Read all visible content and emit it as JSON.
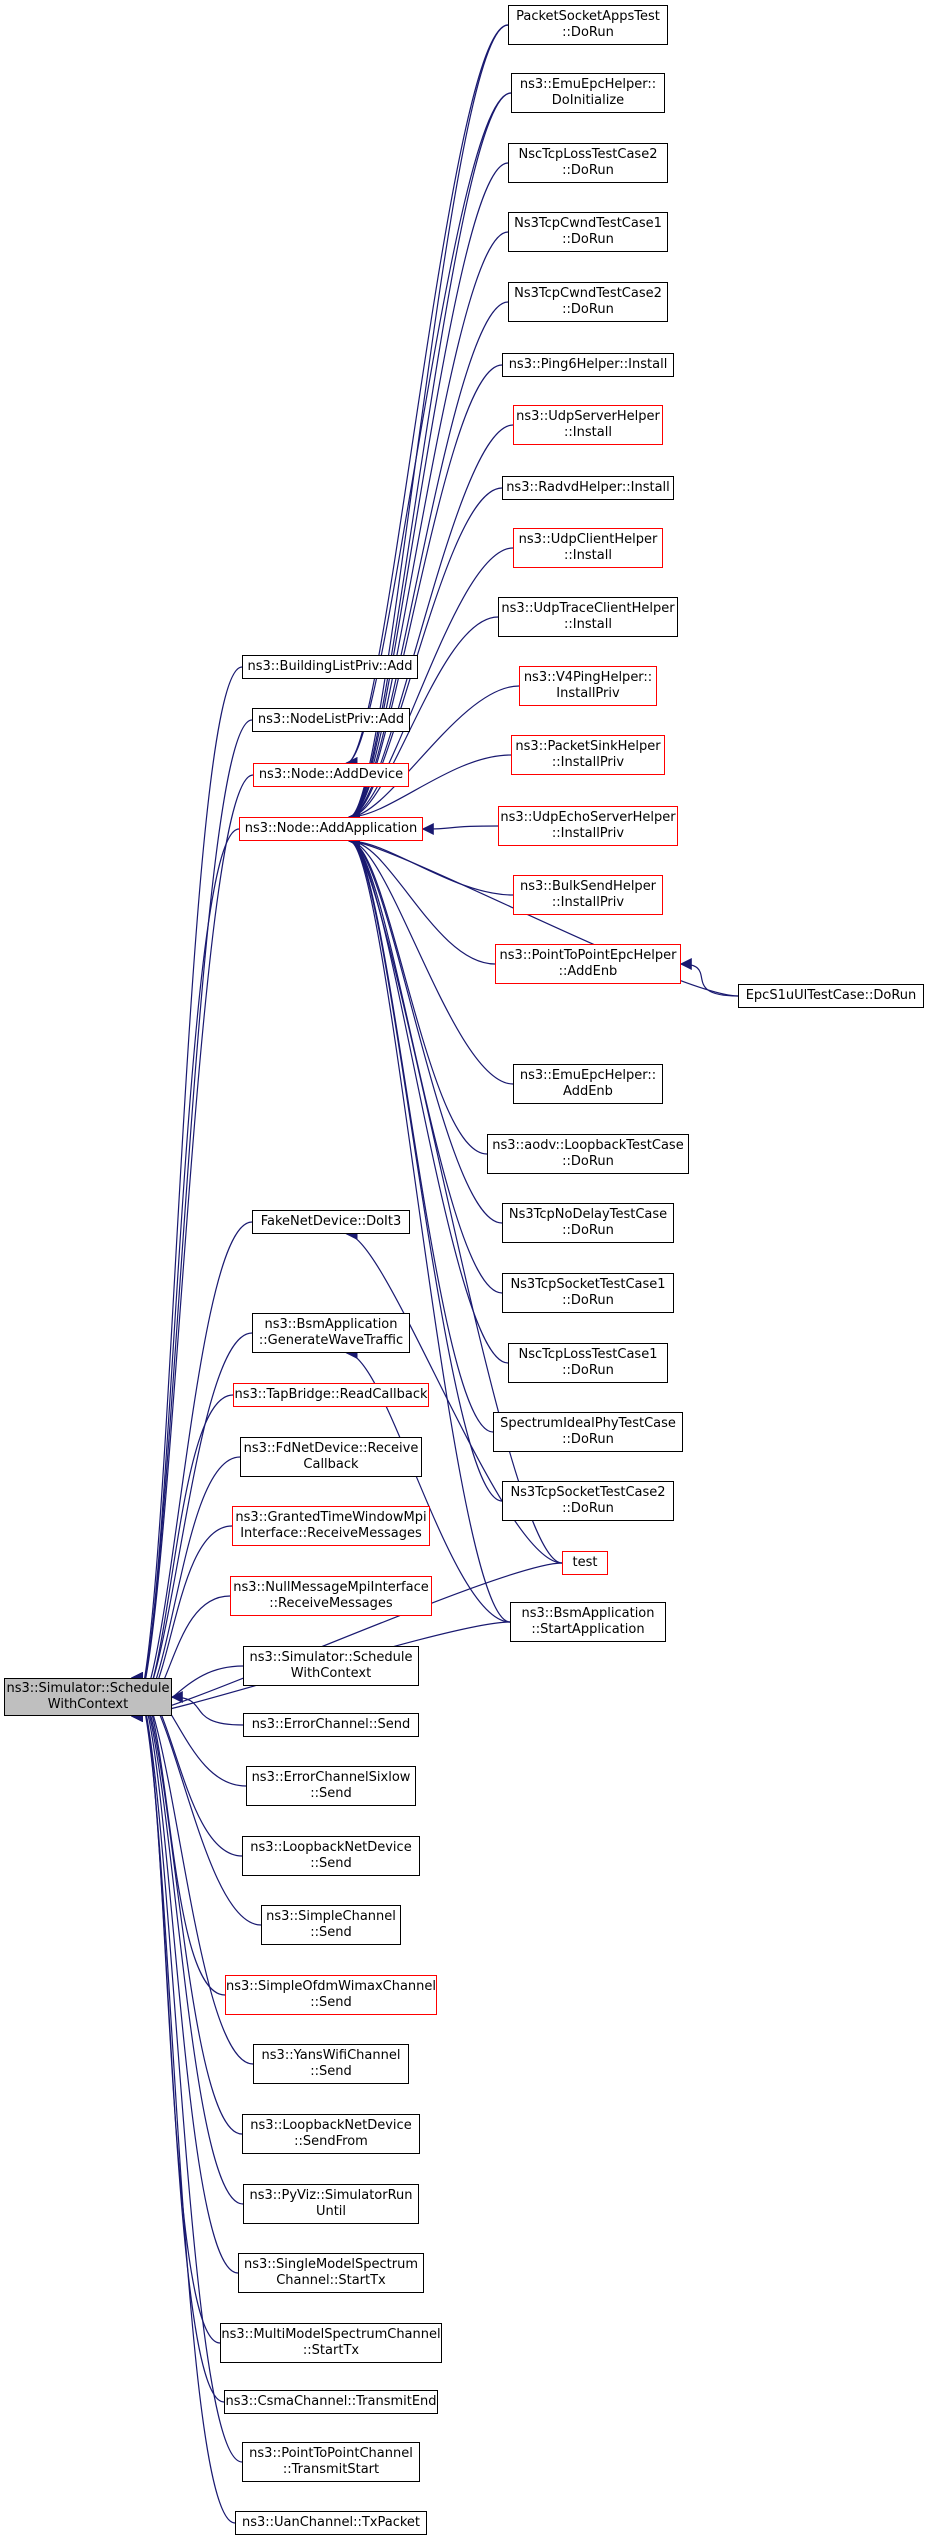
{
  "colors": {
    "edge": "#191970",
    "border": "#000000",
    "highlight_border": "#ff0000",
    "root_fill": "#bfbfbf"
  },
  "nodes": {
    "root": "ns3::Simulator::Schedule\nWithContext",
    "building_list_add": "ns3::BuildingListPriv::Add",
    "node_list_add": "ns3::NodeListPriv::Add",
    "node_add_device": "ns3::Node::AddDevice",
    "node_add_application": "ns3::Node::AddApplication",
    "fake_net_device": "FakeNetDevice::DoIt3",
    "bsm_generate": "ns3::BsmApplication\n::GenerateWaveTraffic",
    "tap_bridge": "ns3::TapBridge::ReadCallback",
    "fd_net_device": "ns3::FdNetDevice::Receive\nCallback",
    "granted_time_window": "ns3::GrantedTimeWindowMpi\nInterface::ReceiveMessages",
    "null_message": "ns3::NullMessageMpiInterface\n::ReceiveMessages",
    "simulator_schedule_ctx": "ns3::Simulator::Schedule\nWithContext",
    "error_channel_send": "ns3::ErrorChannel::Send",
    "error_channel_sixlow": "ns3::ErrorChannelSixlow\n::Send",
    "loopback_send": "ns3::LoopbackNetDevice\n::Send",
    "simple_channel_send": "ns3::SimpleChannel\n::Send",
    "simple_ofdm_send": "ns3::SimpleOfdmWimaxChannel\n::Send",
    "yans_send": "ns3::YansWifiChannel\n::Send",
    "loopback_sendfrom": "ns3::LoopbackNetDevice\n::SendFrom",
    "pyviz": "ns3::PyViz::SimulatorRun\nUntil",
    "single_model": "ns3::SingleModelSpectrum\nChannel::StartTx",
    "multi_model": "ns3::MultiModelSpectrumChannel\n::StartTx",
    "csma_transmit_end": "ns3::CsmaChannel::TransmitEnd",
    "p2p_transmit_start": "ns3::PointToPointChannel\n::TransmitStart",
    "uan_tx": "ns3::UanChannel::TxPacket",
    "packet_socket_test": "PacketSocketAppsTest\n::DoRun",
    "emu_do_initialize": "ns3::EmuEpcHelper::\nDoInitialize",
    "nsc_tcp_loss2": "NscTcpLossTestCase2\n::DoRun",
    "ns3_tcp_cwnd1": "Ns3TcpCwndTestCase1\n::DoRun",
    "ns3_tcp_cwnd2": "Ns3TcpCwndTestCase2\n::DoRun",
    "ping6": "ns3::Ping6Helper::Install",
    "udp_server": "ns3::UdpServerHelper\n::Install",
    "radvd": "ns3::RadvdHelper::Install",
    "udp_client": "ns3::UdpClientHelper\n::Install",
    "udp_trace_client": "ns3::UdpTraceClientHelper\n::Install",
    "v4ping": "ns3::V4PingHelper::\nInstallPriv",
    "packet_sink": "ns3::PacketSinkHelper\n::InstallPriv",
    "udp_echo_server": "ns3::UdpEchoServerHelper\n::InstallPriv",
    "bulk_send": "ns3::BulkSendHelper\n::InstallPriv",
    "p2p_epc_add_enb": "ns3::PointToPointEpcHelper\n::AddEnb",
    "epc_s1u": "EpcS1uUlTestCase::DoRun",
    "emu_add_enb": "ns3::EmuEpcHelper::\nAddEnb",
    "aodv_loopback": "ns3::aodv::LoopbackTestCase\n::DoRun",
    "ns3_tcp_nodelay": "Ns3TcpNoDelayTestCase\n::DoRun",
    "ns3_tcp_socket1": "Ns3TcpSocketTestCase1\n::DoRun",
    "nsc_tcp_loss1": "NscTcpLossTestCase1\n::DoRun",
    "spectrum_ideal_phy": "SpectrumIdealPhyTestCase\n::DoRun",
    "ns3_tcp_socket2": "Ns3TcpSocketTestCase2\n::DoRun",
    "test": "test",
    "bsm_start": "ns3::BsmApplication\n::StartApplication"
  }
}
